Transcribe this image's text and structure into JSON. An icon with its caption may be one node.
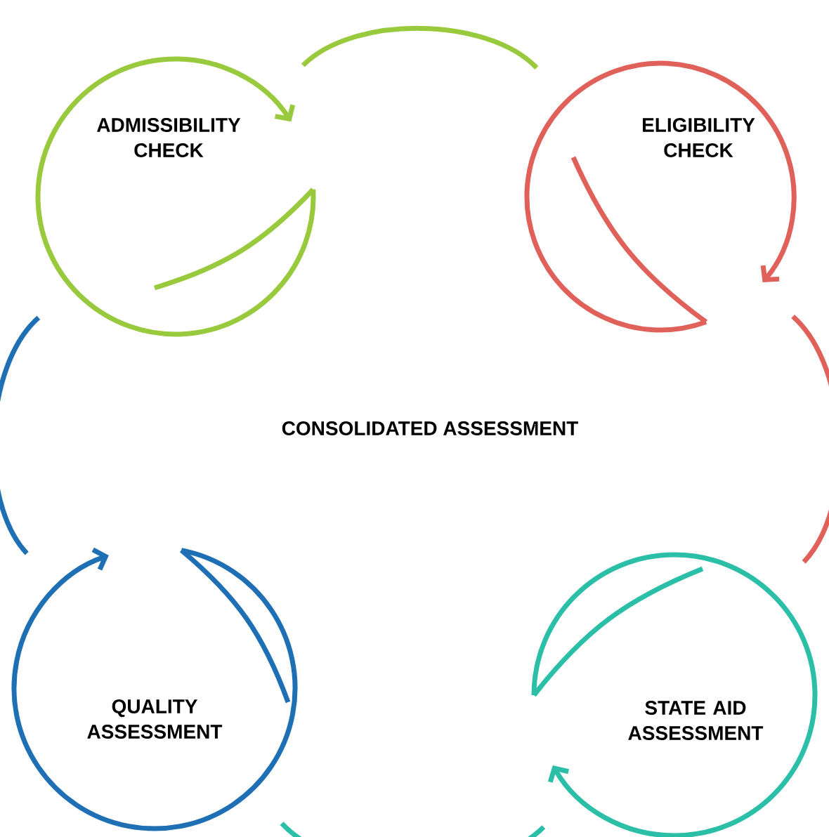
{
  "diagram": {
    "nodes": [
      {
        "text": [
          "ADMISSIBILITY CHECK"
        ]
      },
      {
        "text": [
          "ELIGIBILITY CHECK"
        ]
      },
      {
        "text": [
          "QUALITY ASSESSMENT"
        ]
      },
      {
        "text": [
          "STATE AID ASSESSMENT"
        ]
      }
    ],
    "edges": [
      {
        "from": 0,
        "to": 1,
        "arrow": "none",
        "color": "#99c93c"
      },
      {
        "from": 1,
        "to": 3,
        "arrow": "none",
        "color": "#e0605a"
      },
      {
        "from": 3,
        "to": 2,
        "arrow": "none",
        "color": "#2bbfa8"
      },
      {
        "from": 2,
        "to": 0,
        "arrow": "none",
        "color": "#1f6fb5"
      }
    ],
    "labels": [
      "CONSOLIDATED ASSESSMENT"
    ]
  }
}
